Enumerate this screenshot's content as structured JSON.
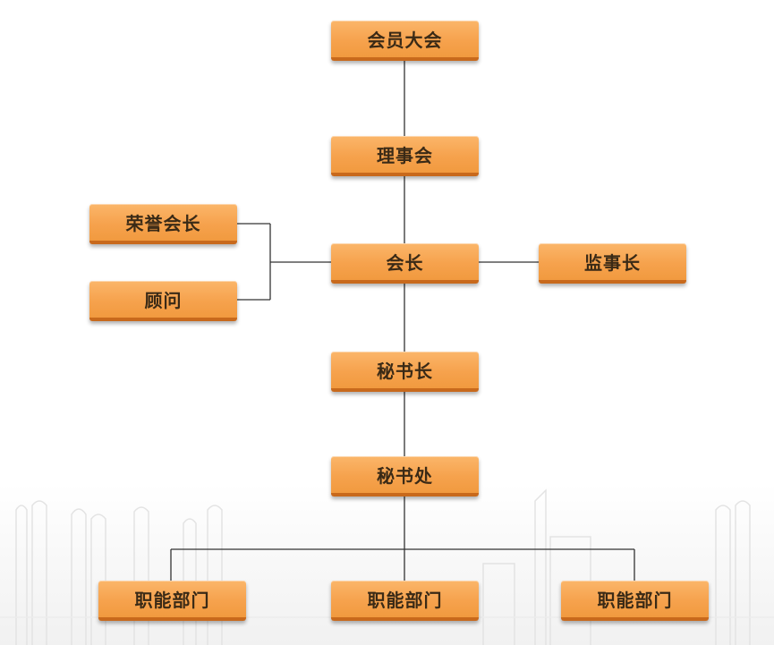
{
  "org_chart": {
    "members_assembly": "会员大会",
    "council": "理事会",
    "honorary_president": "荣誉会长",
    "advisor": "顾问",
    "president": "会长",
    "supervisor": "监事长",
    "secretary_general": "秘书长",
    "secretariat": "秘书处",
    "departments": [
      "职能部门",
      "职能部门",
      "职能部门"
    ]
  },
  "colors": {
    "node_fill": "#f6a24d",
    "node_border": "#c8691c",
    "connector": "#333333",
    "text": "#3a2a16"
  }
}
